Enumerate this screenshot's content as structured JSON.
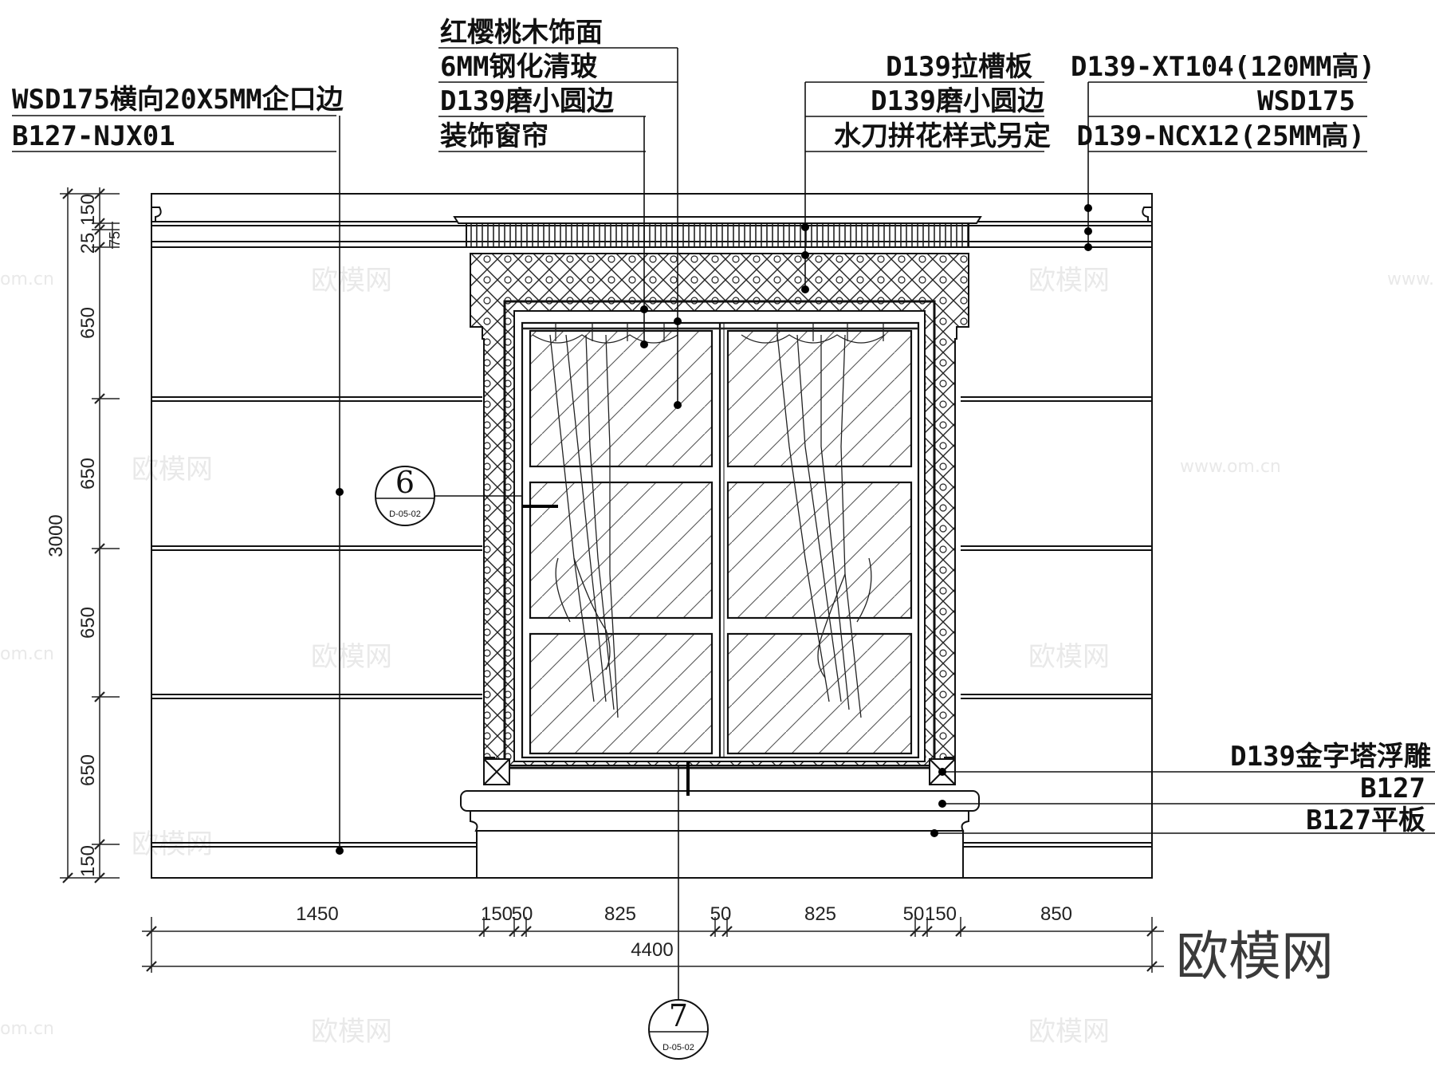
{
  "callouts": {
    "left_top": [
      "WSD175横向20X5MM企口边",
      "B127-NJX01"
    ],
    "center": [
      "红樱桃木饰面",
      "6MM钢化清玻",
      "D139磨小圆边",
      "装饰窗帘"
    ],
    "mid_right": [
      "D139拉槽板",
      "D139磨小圆边",
      "水刀拼花样式另定"
    ],
    "far_right": [
      "D139-XT104(120MM高)",
      "WSD175",
      "D139-NCX12(25MM高)"
    ],
    "bottom_right": [
      "D139金字塔浮雕",
      "B127",
      "B127平板"
    ]
  },
  "dimensions": {
    "vertical_segments": [
      "150",
      "25",
      "75",
      "650",
      "650",
      "650",
      "650",
      "150"
    ],
    "vertical_total": "3000",
    "horizontal_segments": [
      "1450",
      "150",
      "50",
      "825",
      "50",
      "825",
      "50",
      "150",
      "850"
    ],
    "horizontal_total": "4400"
  },
  "section_markers": [
    {
      "number": "6",
      "sheet": "D-05-02"
    },
    {
      "number": "7",
      "sheet": "D-05-02"
    }
  ],
  "brand": "欧模网",
  "watermarks": [
    "欧模网",
    "www.om.cn",
    "om.cn"
  ]
}
